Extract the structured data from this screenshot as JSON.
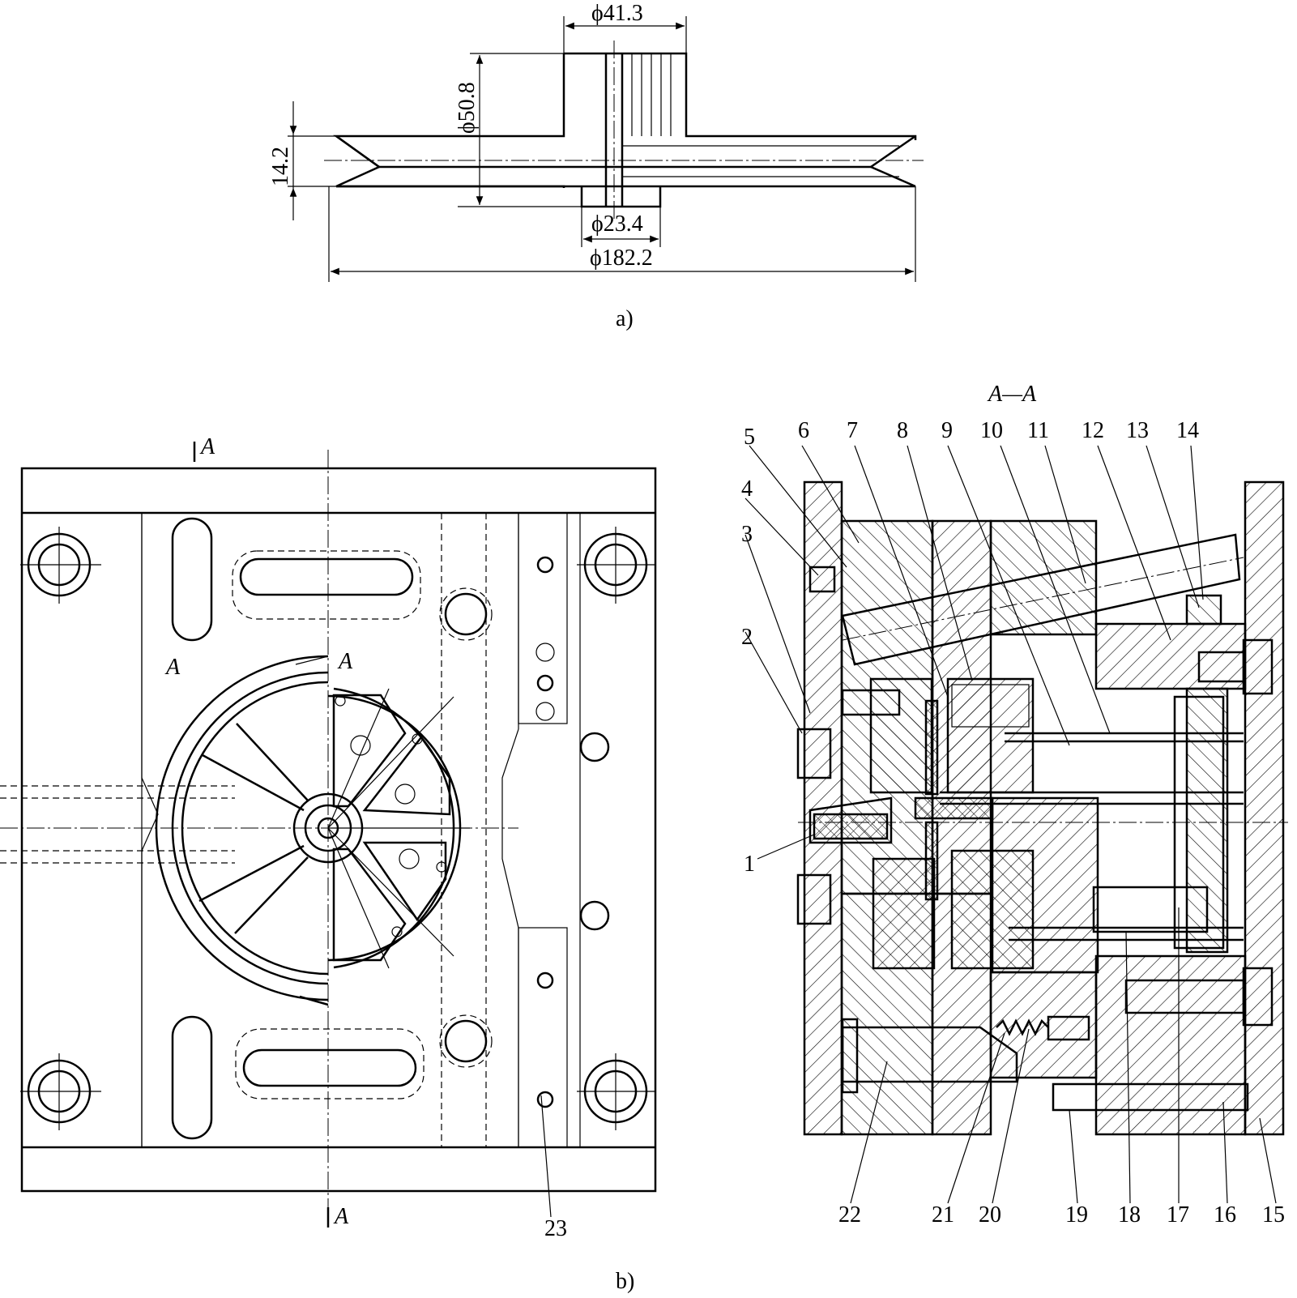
{
  "figure_a": {
    "dims": {
      "d41": "ϕ41.3",
      "d50": "ϕ50.8",
      "h14": "14.2",
      "d23": "ϕ23.4",
      "d182": "ϕ182.2"
    },
    "caption": "a)"
  },
  "figure_b": {
    "caption": "b)",
    "section_title": "A—A",
    "section_marks": [
      "A",
      "A",
      "A",
      "A"
    ],
    "callouts_top": [
      "5",
      "6",
      "7",
      "8",
      "9",
      "10",
      "11",
      "12",
      "13",
      "14"
    ],
    "callouts_left": [
      "4",
      "3",
      "2",
      "1"
    ],
    "callouts_bottom": [
      "22",
      "21",
      "20",
      "19",
      "18",
      "17",
      "16",
      "15"
    ],
    "plan_label": "23"
  }
}
